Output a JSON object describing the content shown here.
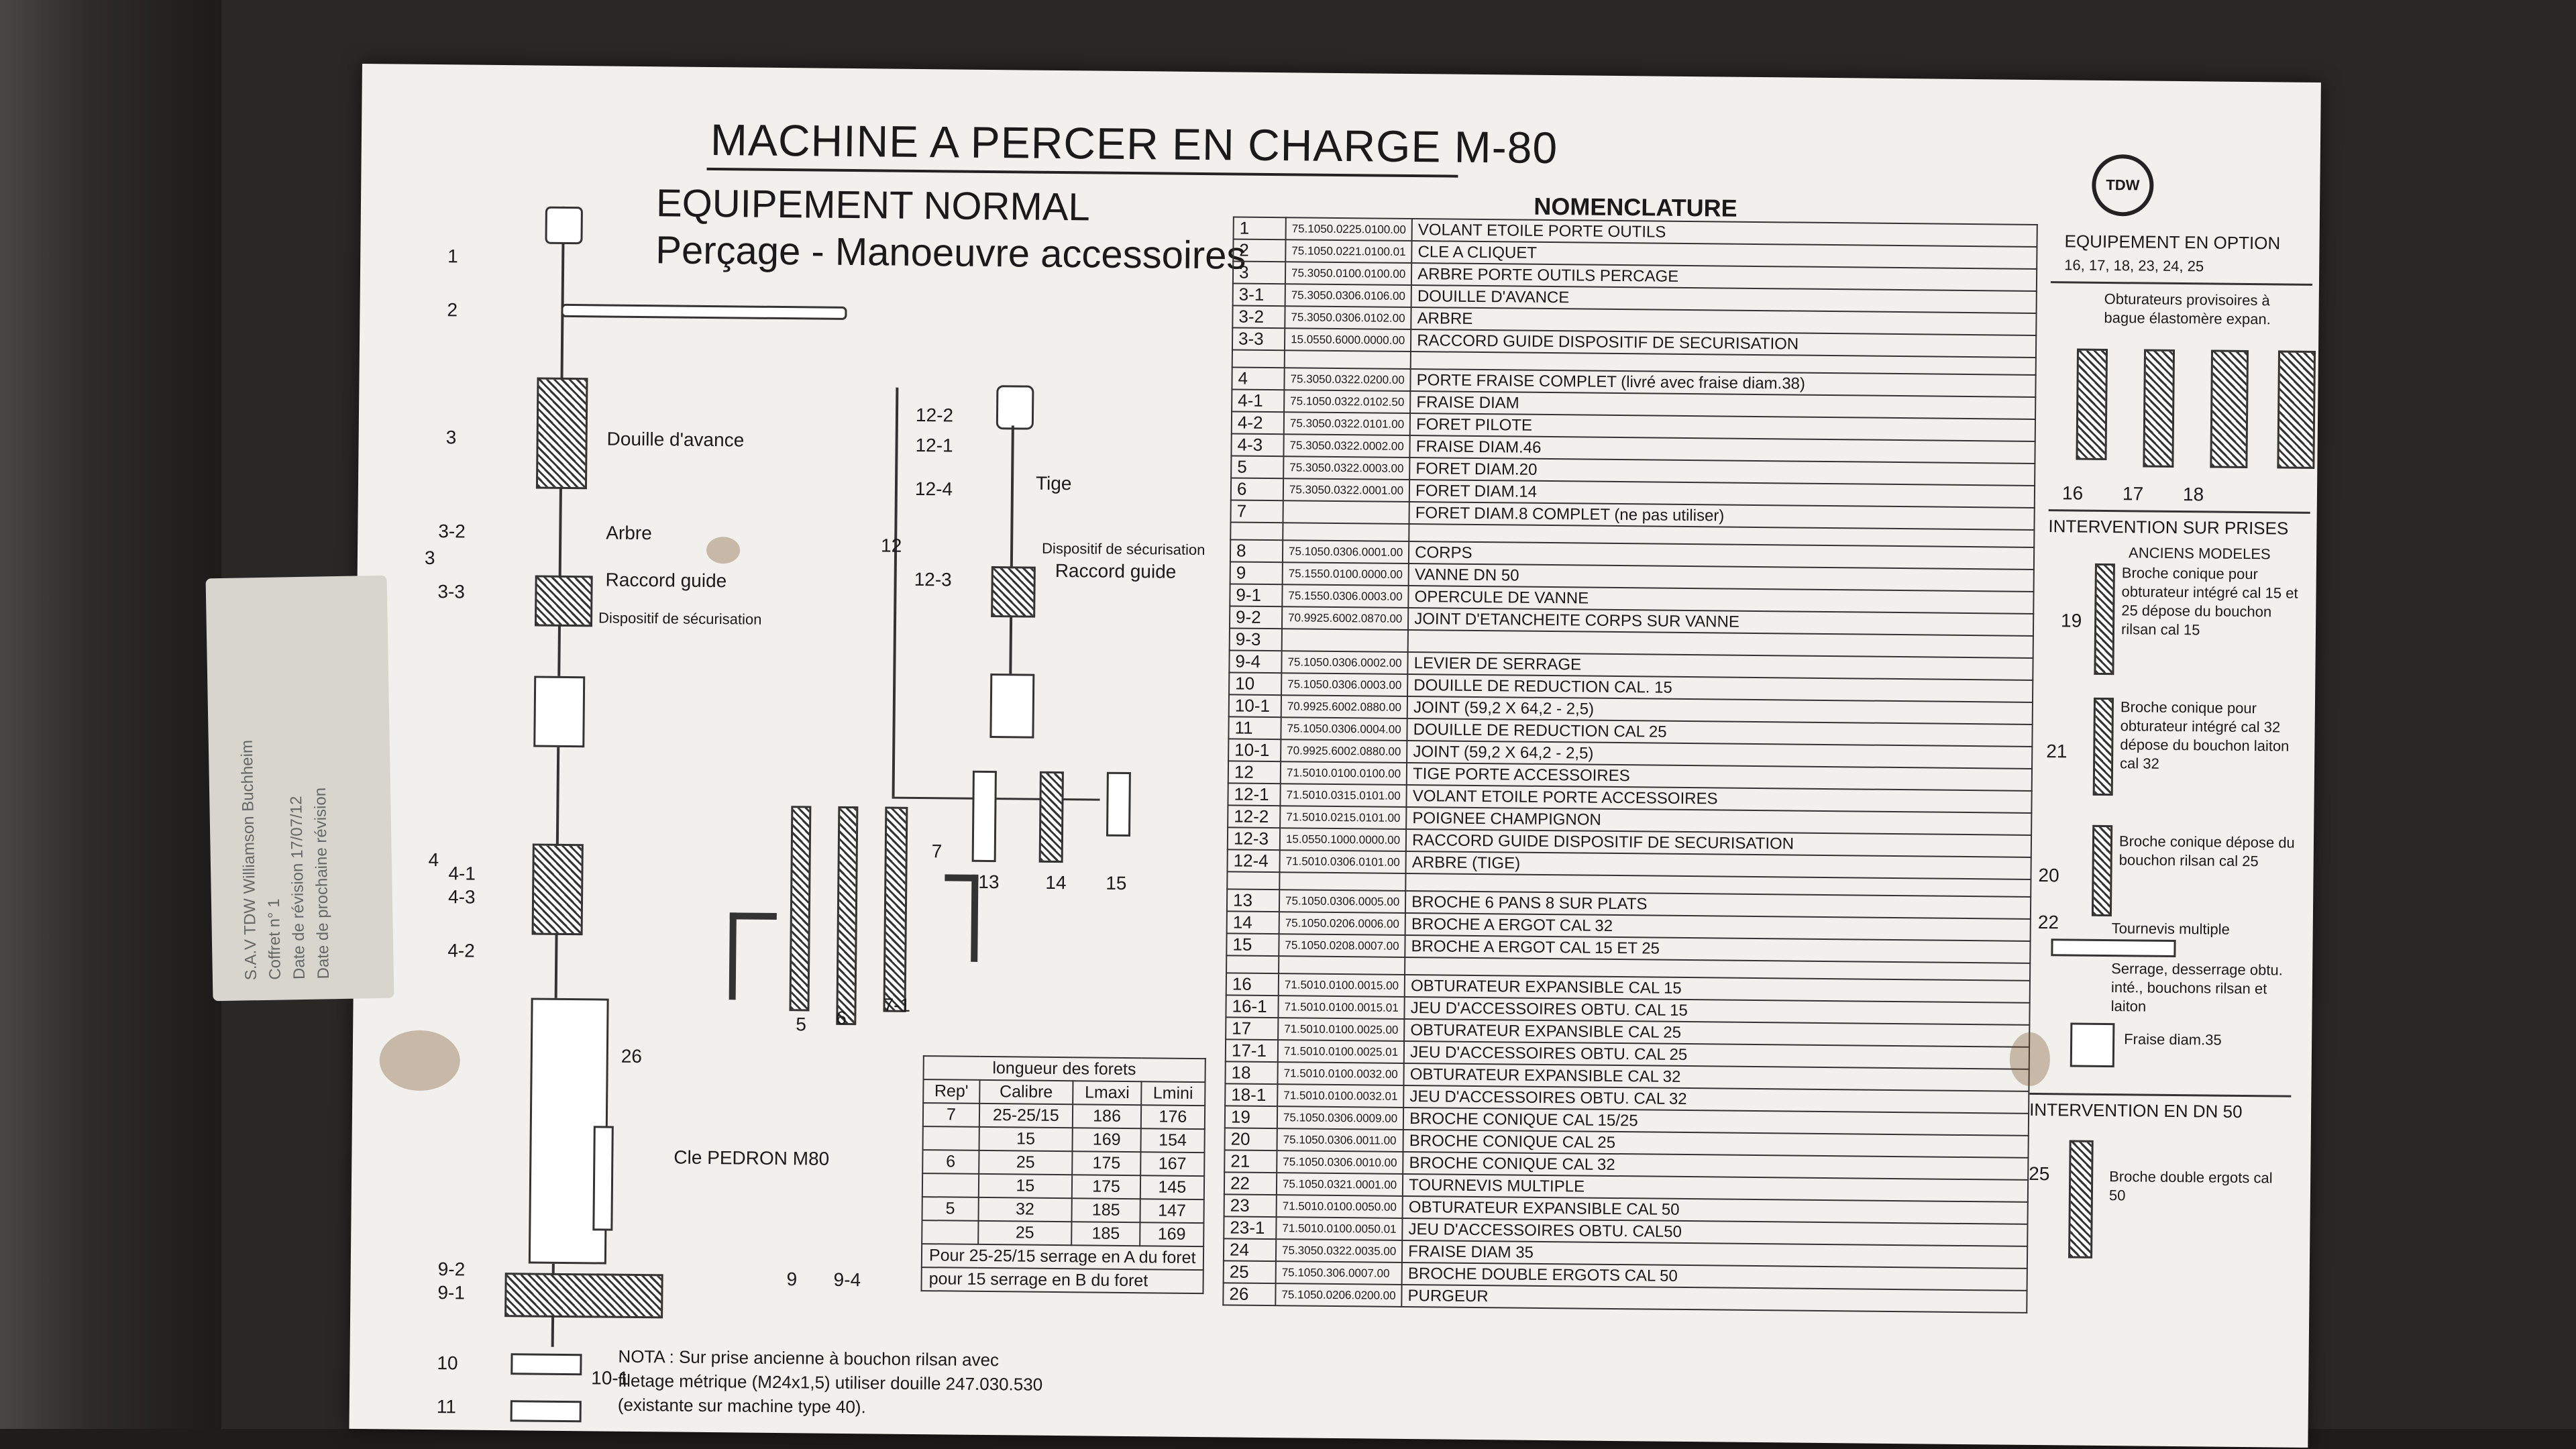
{
  "header": {
    "title": "MACHINE A PERCER EN CHARGE M-80",
    "subtitle_1": "EQUIPEMENT NORMAL",
    "subtitle_2": "Perçage - Manoeuvre accessoires",
    "logo": "TDW"
  },
  "drawing_labels": {
    "douille": "Douille d'avance",
    "arbre": "Arbre",
    "raccord": "Raccord guide",
    "dispositif": "Dispositif de sécurisation",
    "tige": "Tige",
    "dispositif2": "Dispositif de sécurisation",
    "raccord2": "Raccord guide",
    "cle": "Cle PEDRON M80"
  },
  "callouts": [
    "1",
    "2",
    "3",
    "3-2",
    "3",
    "3-3",
    "4",
    "4-1",
    "4-3",
    "4-2",
    "5",
    "6",
    "7-1",
    "7",
    "26",
    "9-2",
    "9-1",
    "9",
    "9-4",
    "10",
    "10-1",
    "11",
    "12-2",
    "12-1",
    "12-4",
    "12",
    "12-3",
    "13",
    "14",
    "15"
  ],
  "nomenclature": {
    "title": "NOMENCLATURE",
    "rows": [
      {
        "rep": "1",
        "code": "75.1050.0225.0100.00",
        "des": "VOLANT ETOILE PORTE OUTILS"
      },
      {
        "rep": "2",
        "code": "75.1050.0221.0100.01",
        "des": "CLE A CLIQUET"
      },
      {
        "rep": "3",
        "code": "75.3050.0100.0100.00",
        "des": "ARBRE PORTE OUTILS PERCAGE"
      },
      {
        "rep": "3-1",
        "code": "75.3050.0306.0106.00",
        "des": "DOUILLE D'AVANCE"
      },
      {
        "rep": "3-2",
        "code": "75.3050.0306.0102.00",
        "des": "ARBRE"
      },
      {
        "rep": "3-3",
        "code": "15.0550.6000.0000.00",
        "des": "RACCORD GUIDE   DISPOSITIF DE SECURISATION"
      },
      {
        "rep": "",
        "code": "",
        "des": ""
      },
      {
        "rep": "4",
        "code": "75.3050.0322.0200.00",
        "des": "PORTE FRAISE COMPLET (livré avec fraise diam.38)"
      },
      {
        "rep": "4-1",
        "code": "75.1050.0322.0102.50",
        "des": "FRAISE DIAM"
      },
      {
        "rep": "4-2",
        "code": "75.3050.0322.0101.00",
        "des": "FORET PILOTE"
      },
      {
        "rep": "4-3",
        "code": "75.3050.0322.0002.00",
        "des": "FRAISE DIAM.46"
      },
      {
        "rep": "5",
        "code": "75.3050.0322.0003.00",
        "des": "FORET DIAM.20"
      },
      {
        "rep": "6",
        "code": "75.3050.0322.0001.00",
        "des": "FORET DIAM.14"
      },
      {
        "rep": "7",
        "code": "",
        "des": "FORET DIAM.8 COMPLET (ne pas utiliser)"
      },
      {
        "rep": "",
        "code": "",
        "des": ""
      },
      {
        "rep": "8",
        "code": "75.1050.0306.0001.00",
        "des": "CORPS"
      },
      {
        "rep": "9",
        "code": "75.1550.0100.0000.00",
        "des": "VANNE DN 50"
      },
      {
        "rep": "9-1",
        "code": "75.1550.0306.0003.00",
        "des": "OPERCULE DE VANNE"
      },
      {
        "rep": "9-2",
        "code": "70.9925.6002.0870.00",
        "des": "JOINT D'ETANCHEITE CORPS SUR VANNE"
      },
      {
        "rep": "9-3",
        "code": "",
        "des": ""
      },
      {
        "rep": "9-4",
        "code": "75.1050.0306.0002.00",
        "des": "LEVIER DE SERRAGE"
      },
      {
        "rep": "10",
        "code": "75.1050.0306.0003.00",
        "des": "DOUILLE DE REDUCTION CAL. 15"
      },
      {
        "rep": "10-1",
        "code": "70.9925.6002.0880.00",
        "des": "JOINT (59,2 X 64,2 - 2,5)"
      },
      {
        "rep": "11",
        "code": "75.1050.0306.0004.00",
        "des": "DOUILLE DE REDUCTION CAL 25"
      },
      {
        "rep": "10-1",
        "code": "70.9925.6002.0880.00",
        "des": "JOINT (59,2 X 64,2 - 2,5)"
      },
      {
        "rep": "12",
        "code": "71.5010.0100.0100.00",
        "des": "TIGE PORTE ACCESSOIRES"
      },
      {
        "rep": "12-1",
        "code": "71.5010.0315.0101.00",
        "des": "VOLANT ETOILE PORTE ACCESSOIRES"
      },
      {
        "rep": "12-2",
        "code": "71.5010.0215.0101.00",
        "des": "POIGNEE CHAMPIGNON"
      },
      {
        "rep": "12-3",
        "code": "15.0550.1000.0000.00",
        "des": "RACCORD GUIDE   DISPOSITIF DE SECURISATION"
      },
      {
        "rep": "12-4",
        "code": "71.5010.0306.0101.00",
        "des": "ARBRE (TIGE)"
      },
      {
        "rep": "",
        "code": "",
        "des": ""
      },
      {
        "rep": "13",
        "code": "75.1050.0306.0005.00",
        "des": "BROCHE 6 PANS 8 SUR PLATS"
      },
      {
        "rep": "14",
        "code": "75.1050.0206.0006.00",
        "des": "BROCHE A ERGOT CAL 32"
      },
      {
        "rep": "15",
        "code": "75.1050.0208.0007.00",
        "des": "BROCHE A ERGOT CAL 15 ET 25"
      },
      {
        "rep": "",
        "code": "",
        "des": ""
      },
      {
        "rep": "16",
        "code": "71.5010.0100.0015.00",
        "des": "OBTURATEUR EXPANSIBLE CAL 15"
      },
      {
        "rep": "16-1",
        "code": "71.5010.0100.0015.01",
        "des": "JEU D'ACCESSOIRES OBTU. CAL 15"
      },
      {
        "rep": "17",
        "code": "71.5010.0100.0025.00",
        "des": "OBTURATEUR EXPANSIBLE CAL 25"
      },
      {
        "rep": "17-1",
        "code": "71.5010.0100.0025.01",
        "des": "JEU D'ACCESSOIRES OBTU. CAL 25"
      },
      {
        "rep": "18",
        "code": "71.5010.0100.0032.00",
        "des": "OBTURATEUR EXPANSIBLE CAL 32"
      },
      {
        "rep": "18-1",
        "code": "71.5010.0100.0032.01",
        "des": "JEU D'ACCESSOIRES OBTU. CAL 32"
      },
      {
        "rep": "19",
        "code": "75.1050.0306.0009.00",
        "des": "BROCHE CONIQUE CAL 15/25"
      },
      {
        "rep": "20",
        "code": "75.1050.0306.0011.00",
        "des": "BROCHE CONIQUE CAL 25"
      },
      {
        "rep": "21",
        "code": "75.1050.0306.0010.00",
        "des": "BROCHE CONIQUE CAL 32"
      },
      {
        "rep": "22",
        "code": "75.1050.0321.0001.00",
        "des": "TOURNEVIS MULTIPLE"
      },
      {
        "rep": "23",
        "code": "71.5010.0100.0050.00",
        "des": "OBTURATEUR EXPANSIBLE CAL 50"
      },
      {
        "rep": "23-1",
        "code": "71.5010.0100.0050.01",
        "des": "JEU D'ACCESSOIRES OBTU. CAL50"
      },
      {
        "rep": "24",
        "code": "75.3050.0322.0035.00",
        "des": "FRAISE DIAM 35"
      },
      {
        "rep": "25",
        "code": "75.1050.306.0007.00",
        "des": "BROCHE DOUBLE ERGOTS CAL 50"
      },
      {
        "rep": "26",
        "code": "75.1050.0206.0200.00",
        "des": "PURGEUR"
      }
    ]
  },
  "longueur_table": {
    "title": "longueur des forets",
    "headers": [
      "Rep'",
      "Calibre",
      "Lmaxi",
      "Lmini"
    ],
    "rows": [
      [
        "7",
        "25-25/15",
        "186",
        "176"
      ],
      [
        "",
        "15",
        "169",
        "154"
      ],
      [
        "6",
        "25",
        "175",
        "167"
      ],
      [
        "",
        "15",
        "175",
        "145"
      ],
      [
        "5",
        "32",
        "185",
        "147"
      ],
      [
        "",
        "25",
        "185",
        "169"
      ]
    ],
    "footnote_1": "Pour 25-25/15 serrage en A du foret",
    "footnote_2": "pour        15 serrage en B du foret"
  },
  "note": {
    "line1": "NOTA : Sur prise ancienne à bouchon rilsan avec",
    "line2": "filetage métrique (M24x1,5) utiliser douille 247.030.530",
    "line3": "(existante sur machine type 40)."
  },
  "options": {
    "title": "EQUIPEMENT EN OPTION",
    "items": "16, 17, 18, 23, 24, 25",
    "obturateurs": "Obturateurs provisoires à bague élastomère expan.",
    "obt_labels": [
      "16",
      "17",
      "18"
    ],
    "intervention_title": "INTERVENTION SUR PRISES",
    "anciens": "ANCIENS MODELES",
    "b19": "Broche conique pour obturateur intégré cal 15 et 25 dépose du bouchon rilsan cal 15",
    "b21": "Broche conique pour obturateur intégré cal 32 dépose du bouchon laiton cal 32",
    "b20": "Broche conique dépose du bouchon rilsan cal 25",
    "b22": "Tournevis multiple",
    "b22b": "Serrage, desserrage obtu. inté., bouchons rilsan et laiton",
    "fraise": "Fraise diam.35",
    "dn50_title": "INTERVENTION EN DN 50",
    "b25": "Broche double ergots cal 50",
    "nums": [
      "19",
      "21",
      "20",
      "22",
      "25"
    ]
  },
  "sticker": {
    "line1": "S.A.V TDW Williamson Buchheim",
    "line2": "Coffret n° 1",
    "line3": "Date de révision 17/07/12",
    "line4": "Date de prochaine révision"
  }
}
